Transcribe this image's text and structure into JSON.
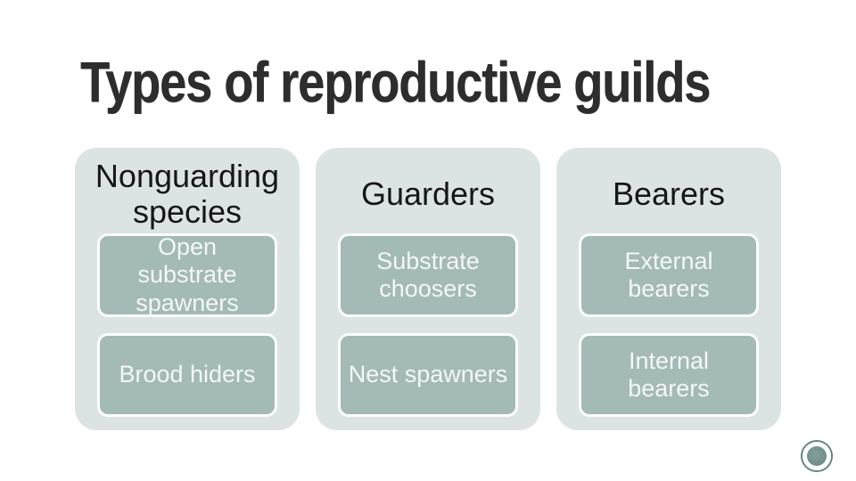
{
  "slide": {
    "title": "Types of reproductive guilds"
  },
  "columns": [
    {
      "header": "Nonguarding species",
      "items": [
        "Open substrate spawners",
        "Brood hiders"
      ]
    },
    {
      "header": "Guarders",
      "items": [
        "Substrate choosers",
        "Nest spawners"
      ]
    },
    {
      "header": "Bearers",
      "items": [
        "External bearers",
        "Internal bearers"
      ]
    }
  ],
  "badge": {
    "shape": "circle-badge"
  },
  "colors": {
    "background": "#ffffff",
    "title_text": "#2d2d2d",
    "column_fill": "#dce4e3",
    "item_fill": "#a4bab6",
    "item_border": "#fbfdfd",
    "item_text": "#f3f7f6",
    "header_text": "#161616",
    "badge_fill": "#6e8c89",
    "badge_ring": "#fdfffe",
    "badge_outline": "#62817e"
  }
}
